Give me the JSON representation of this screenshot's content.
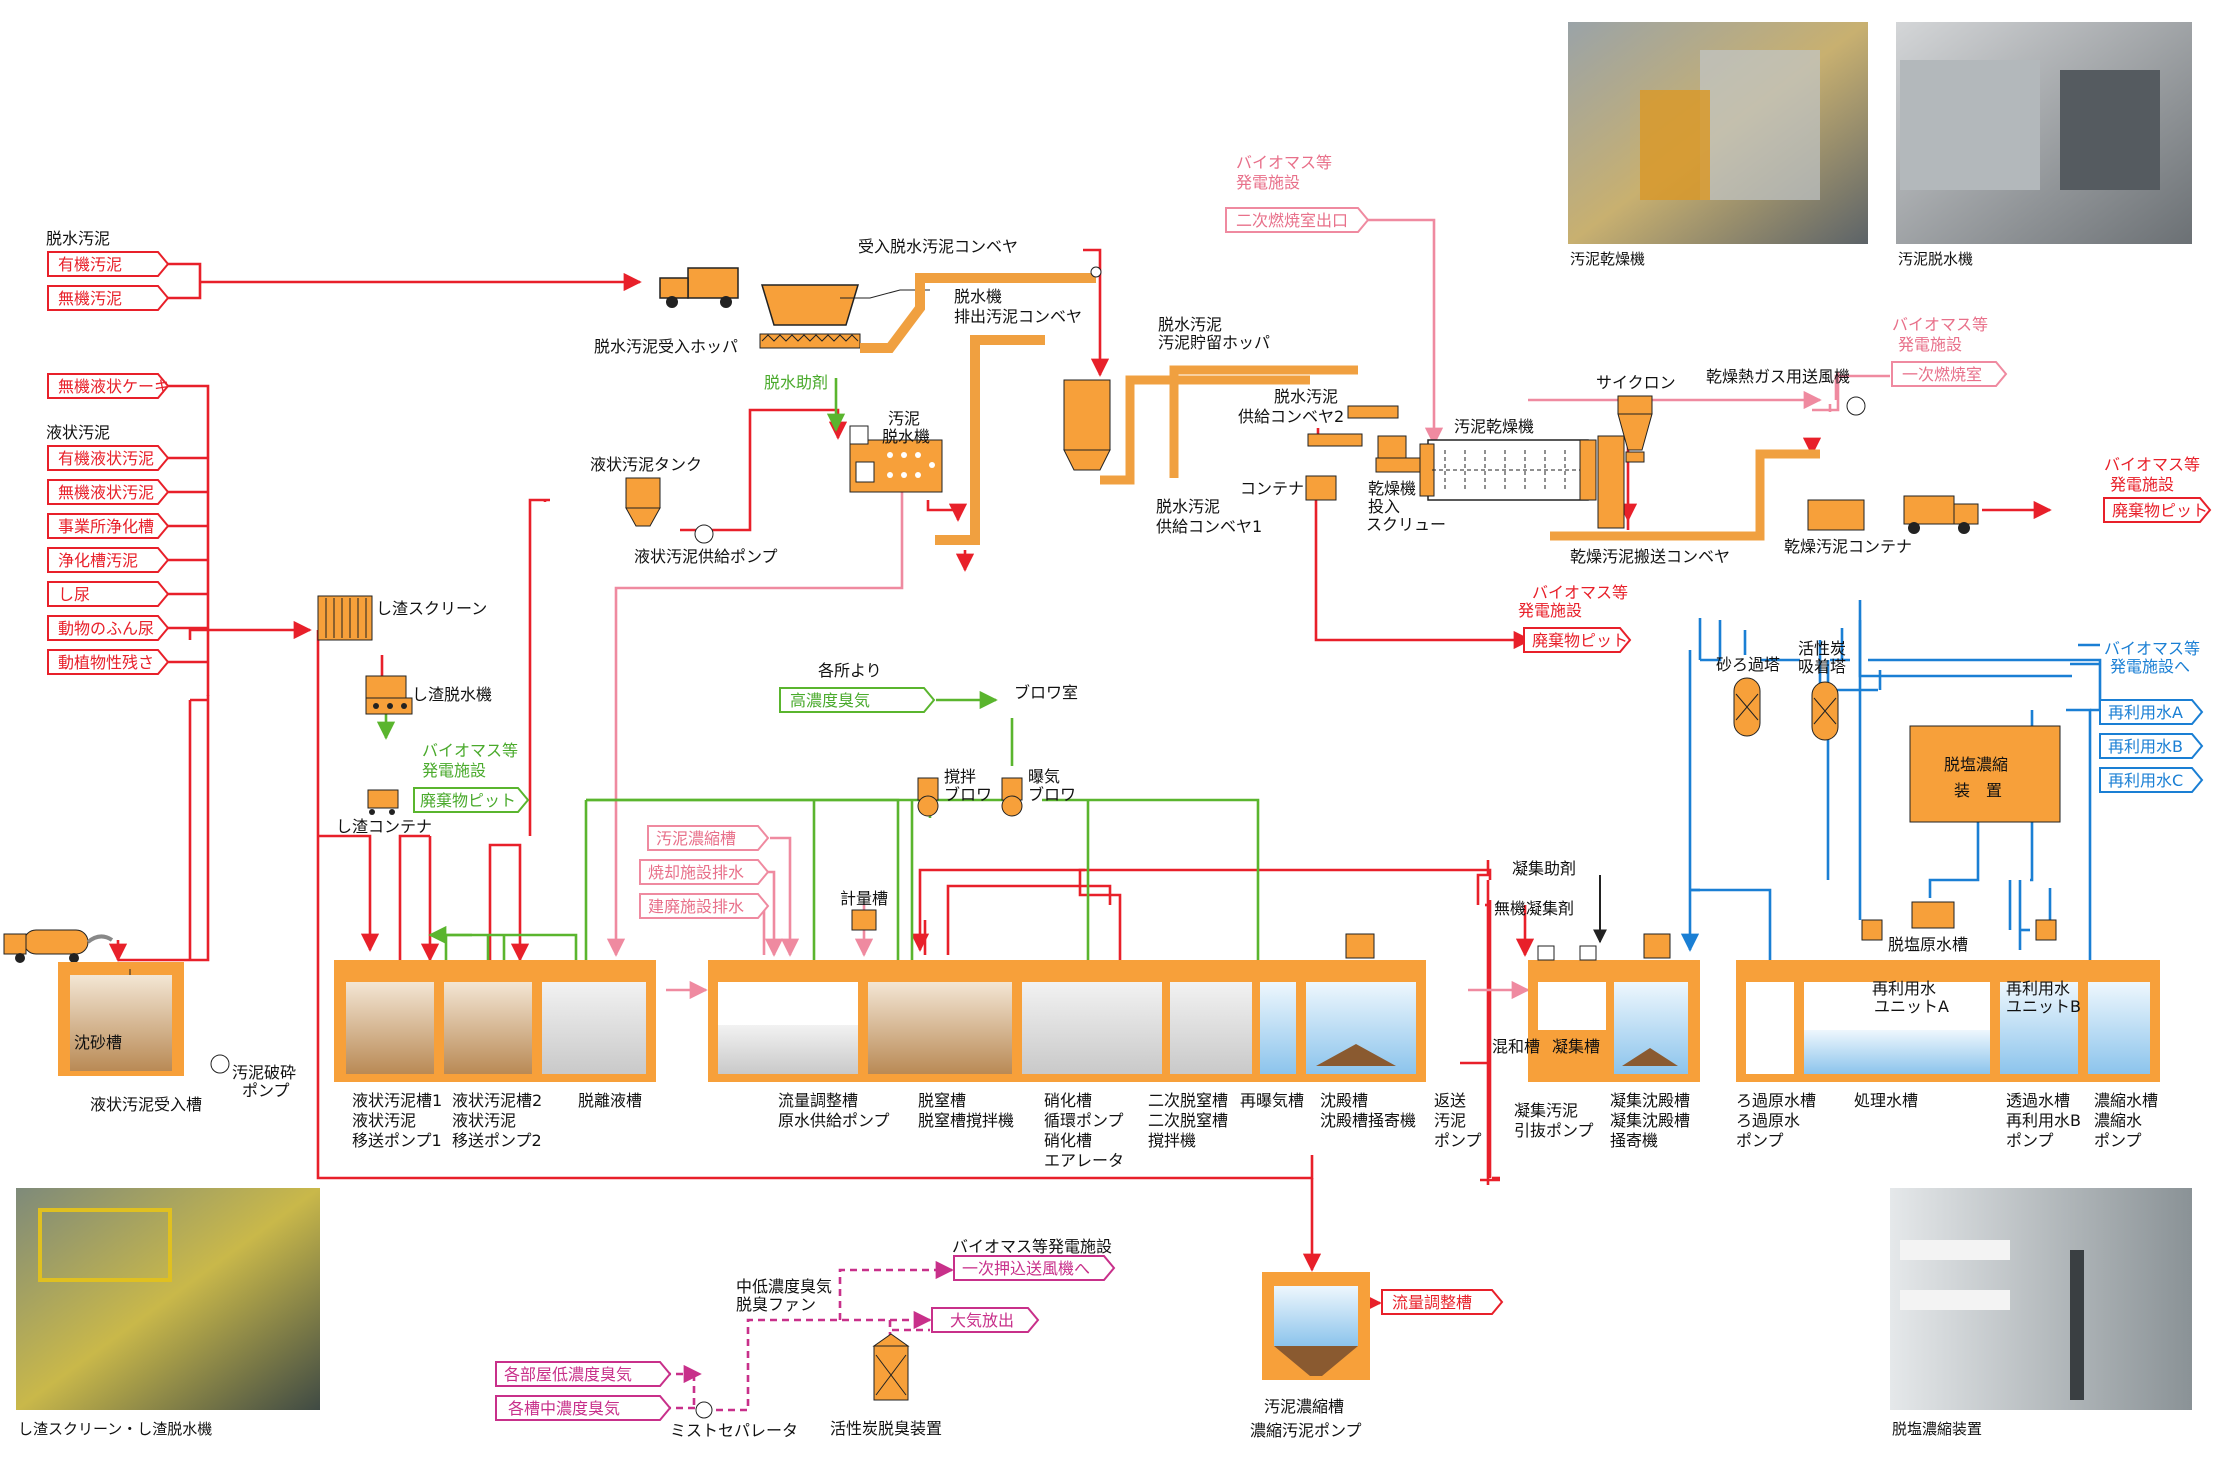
{
  "colors": {
    "red": "#e8202a",
    "pink": "#ef8aa0",
    "green": "#5ab52e",
    "blue": "#1a7fd4",
    "magenta": "#c8308a",
    "orange": "#f0a040",
    "tank": "#f7a03a"
  },
  "photos": {
    "dryer": "汚泥乾燥機",
    "dewater": "汚泥脱水機",
    "screen": "し渣スクリーン・し渣脱水機",
    "desalt": "脱塩濃縮装置"
  },
  "inputs": {
    "dewatered_heading": "脱水汚泥",
    "organic_sludge": "有機汚泥",
    "inorganic_sludge": "無機汚泥",
    "inorganic_cake": "無機液状ケーキ",
    "liquid_heading": "液状汚泥",
    "liquid_items": [
      "有機液状汚泥",
      "無機液状汚泥",
      "事業所浄化槽",
      "浄化槽汚泥",
      "し尿",
      "動物のふん尿",
      "動植物性残さ"
    ]
  },
  "labels": {
    "receive_conveyor": "受入脱水汚泥コンベヤ",
    "receive_hopper": "脱水汚泥受入ホッパ",
    "dewater_out_conv": [
      "脱水機",
      "排出汚泥コンベヤ"
    ],
    "storage_hopper": [
      "脱水汚泥",
      "汚泥貯留ホッパ"
    ],
    "dewater_aid": "脱水助剤",
    "sludge_dewaterer": [
      "汚泥",
      "脱水機"
    ],
    "liquid_tank": "液状汚泥タンク",
    "liquid_pump": "液状汚泥供給ポンプ",
    "supply_conv1": [
      "脱水汚泥",
      "供給コンベヤ1"
    ],
    "supply_conv2": [
      "脱水汚泥",
      "供給コンベヤ2"
    ],
    "container": "コンテナ",
    "dryer_screw": [
      "乾燥機",
      "投入",
      "スクリュー"
    ],
    "sludge_dryer": "汚泥乾燥機",
    "cyclone": "サイクロン",
    "dry_fan": "乾燥熱ガス用送風機",
    "dry_conveyor": "乾燥汚泥搬送コンベヤ",
    "dry_container": "乾燥汚泥コンテナ",
    "screen": "し渣スクリーン",
    "screen_dewater": "し渣脱水機",
    "screen_container": "し渣コンテナ",
    "grit_tank": "沈砂槽",
    "liquid_receive": "液状汚泥受入槽",
    "crush_pump": [
      "汚泥破砕",
      "ポンプ"
    ],
    "from_places": "各所より",
    "high_odor": "高濃度臭気",
    "blower_room": "ブロワ室",
    "stir_blower": [
      "撹拌",
      "ブロワ"
    ],
    "aer_blower": [
      "曝気",
      "ブロワ"
    ],
    "thick_tank": "汚泥濃縮槽",
    "incin_water": "焼却施設排水",
    "build_water": "建廃施設排水",
    "meter_tank": "計量槽",
    "coag_aid": "凝集助剤",
    "inorg_coag": "無機凝集剤",
    "mix_tank": "混和槽",
    "coag_tank": "凝集槽",
    "sand_filter": [
      "砂ろ過塔"
    ],
    "carbon_tower": [
      "活性炭",
      "吸着塔"
    ],
    "desalt_unit": [
      "脱塩濃縮",
      "装　置"
    ],
    "desalt_raw": "脱塩原水槽",
    "reuse_a": [
      "再利用水",
      "ユニットA"
    ],
    "reuse_b": [
      "再利用水",
      "ユニットB"
    ],
    "bio_dest": [
      "バイオマス等",
      "発電施設へ"
    ],
    "reuse_outputs": [
      "再利用水A",
      "再利用水B",
      "再利用水C"
    ],
    "mid_odor": [
      "中低濃度臭気",
      "脱臭ファン"
    ],
    "room_odor": "各部屋低濃度臭気",
    "tank_odor": "各槽中濃度臭気",
    "mist_sep": "ミストセパレータ",
    "carbon_deodor": "活性炭脱臭装置",
    "primary_fan": "一次押込送風機へ",
    "atmos": "大気放出",
    "thick_tank2": [
      "汚泥濃縮槽",
      "濃縮汚泥ポンプ"
    ],
    "flow_tank_out": "流量調整槽"
  },
  "dests": {
    "bio1": [
      "バイオマス等",
      "発電施設"
    ],
    "secondary_exit": "二次燃焼室出口",
    "bio2": [
      "バイオマス等",
      "発電施設"
    ],
    "primary_burn": "一次燃焼室",
    "bio3": [
      "バイオマス等",
      "発電施設"
    ],
    "waste_pit": "廃棄物ピット",
    "bio4": [
      "バイオマス等",
      "発電施設"
    ],
    "waste_pit2": "廃棄物ピット",
    "bio5": [
      "バイオマス等",
      "発電施設"
    ],
    "waste_pit3": "廃棄物ピット",
    "bio6": "バイオマス等発電施設"
  },
  "tanks": {
    "t1": [
      "液状汚泥槽1",
      "液状汚泥",
      "移送ポンプ1"
    ],
    "t2": [
      "液状汚泥槽2",
      "液状汚泥",
      "移送ポンプ2"
    ],
    "t3": [
      "脱離液槽"
    ],
    "t4": [
      "流量調整槽",
      "原水供給ポンプ"
    ],
    "t5": [
      "脱窒槽",
      "脱窒槽撹拌機"
    ],
    "t6": [
      "硝化槽",
      "循環ポンプ",
      "硝化槽",
      "エアレータ"
    ],
    "t7": [
      "二次脱窒槽",
      "二次脱窒槽",
      "撹拌機"
    ],
    "t8": [
      "再曝気槽"
    ],
    "t9": [
      "沈殿槽",
      "沈殿槽掻寄機"
    ],
    "t10": [
      "返送",
      "汚泥",
      "ポンプ"
    ],
    "t11": [
      "凝集汚泥",
      "引抜ポンプ"
    ],
    "t12": [
      "凝集沈殿槽",
      "凝集沈殿槽",
      "掻寄機"
    ],
    "t13": [
      "ろ過原水槽",
      "ろ過原水",
      "ポンプ"
    ],
    "t14": [
      "処理水槽"
    ],
    "t15": [
      "透過水槽",
      "再利用水B",
      "ポンプ"
    ],
    "t16": [
      "濃縮水槽",
      "濃縮水",
      "ポンプ"
    ]
  }
}
